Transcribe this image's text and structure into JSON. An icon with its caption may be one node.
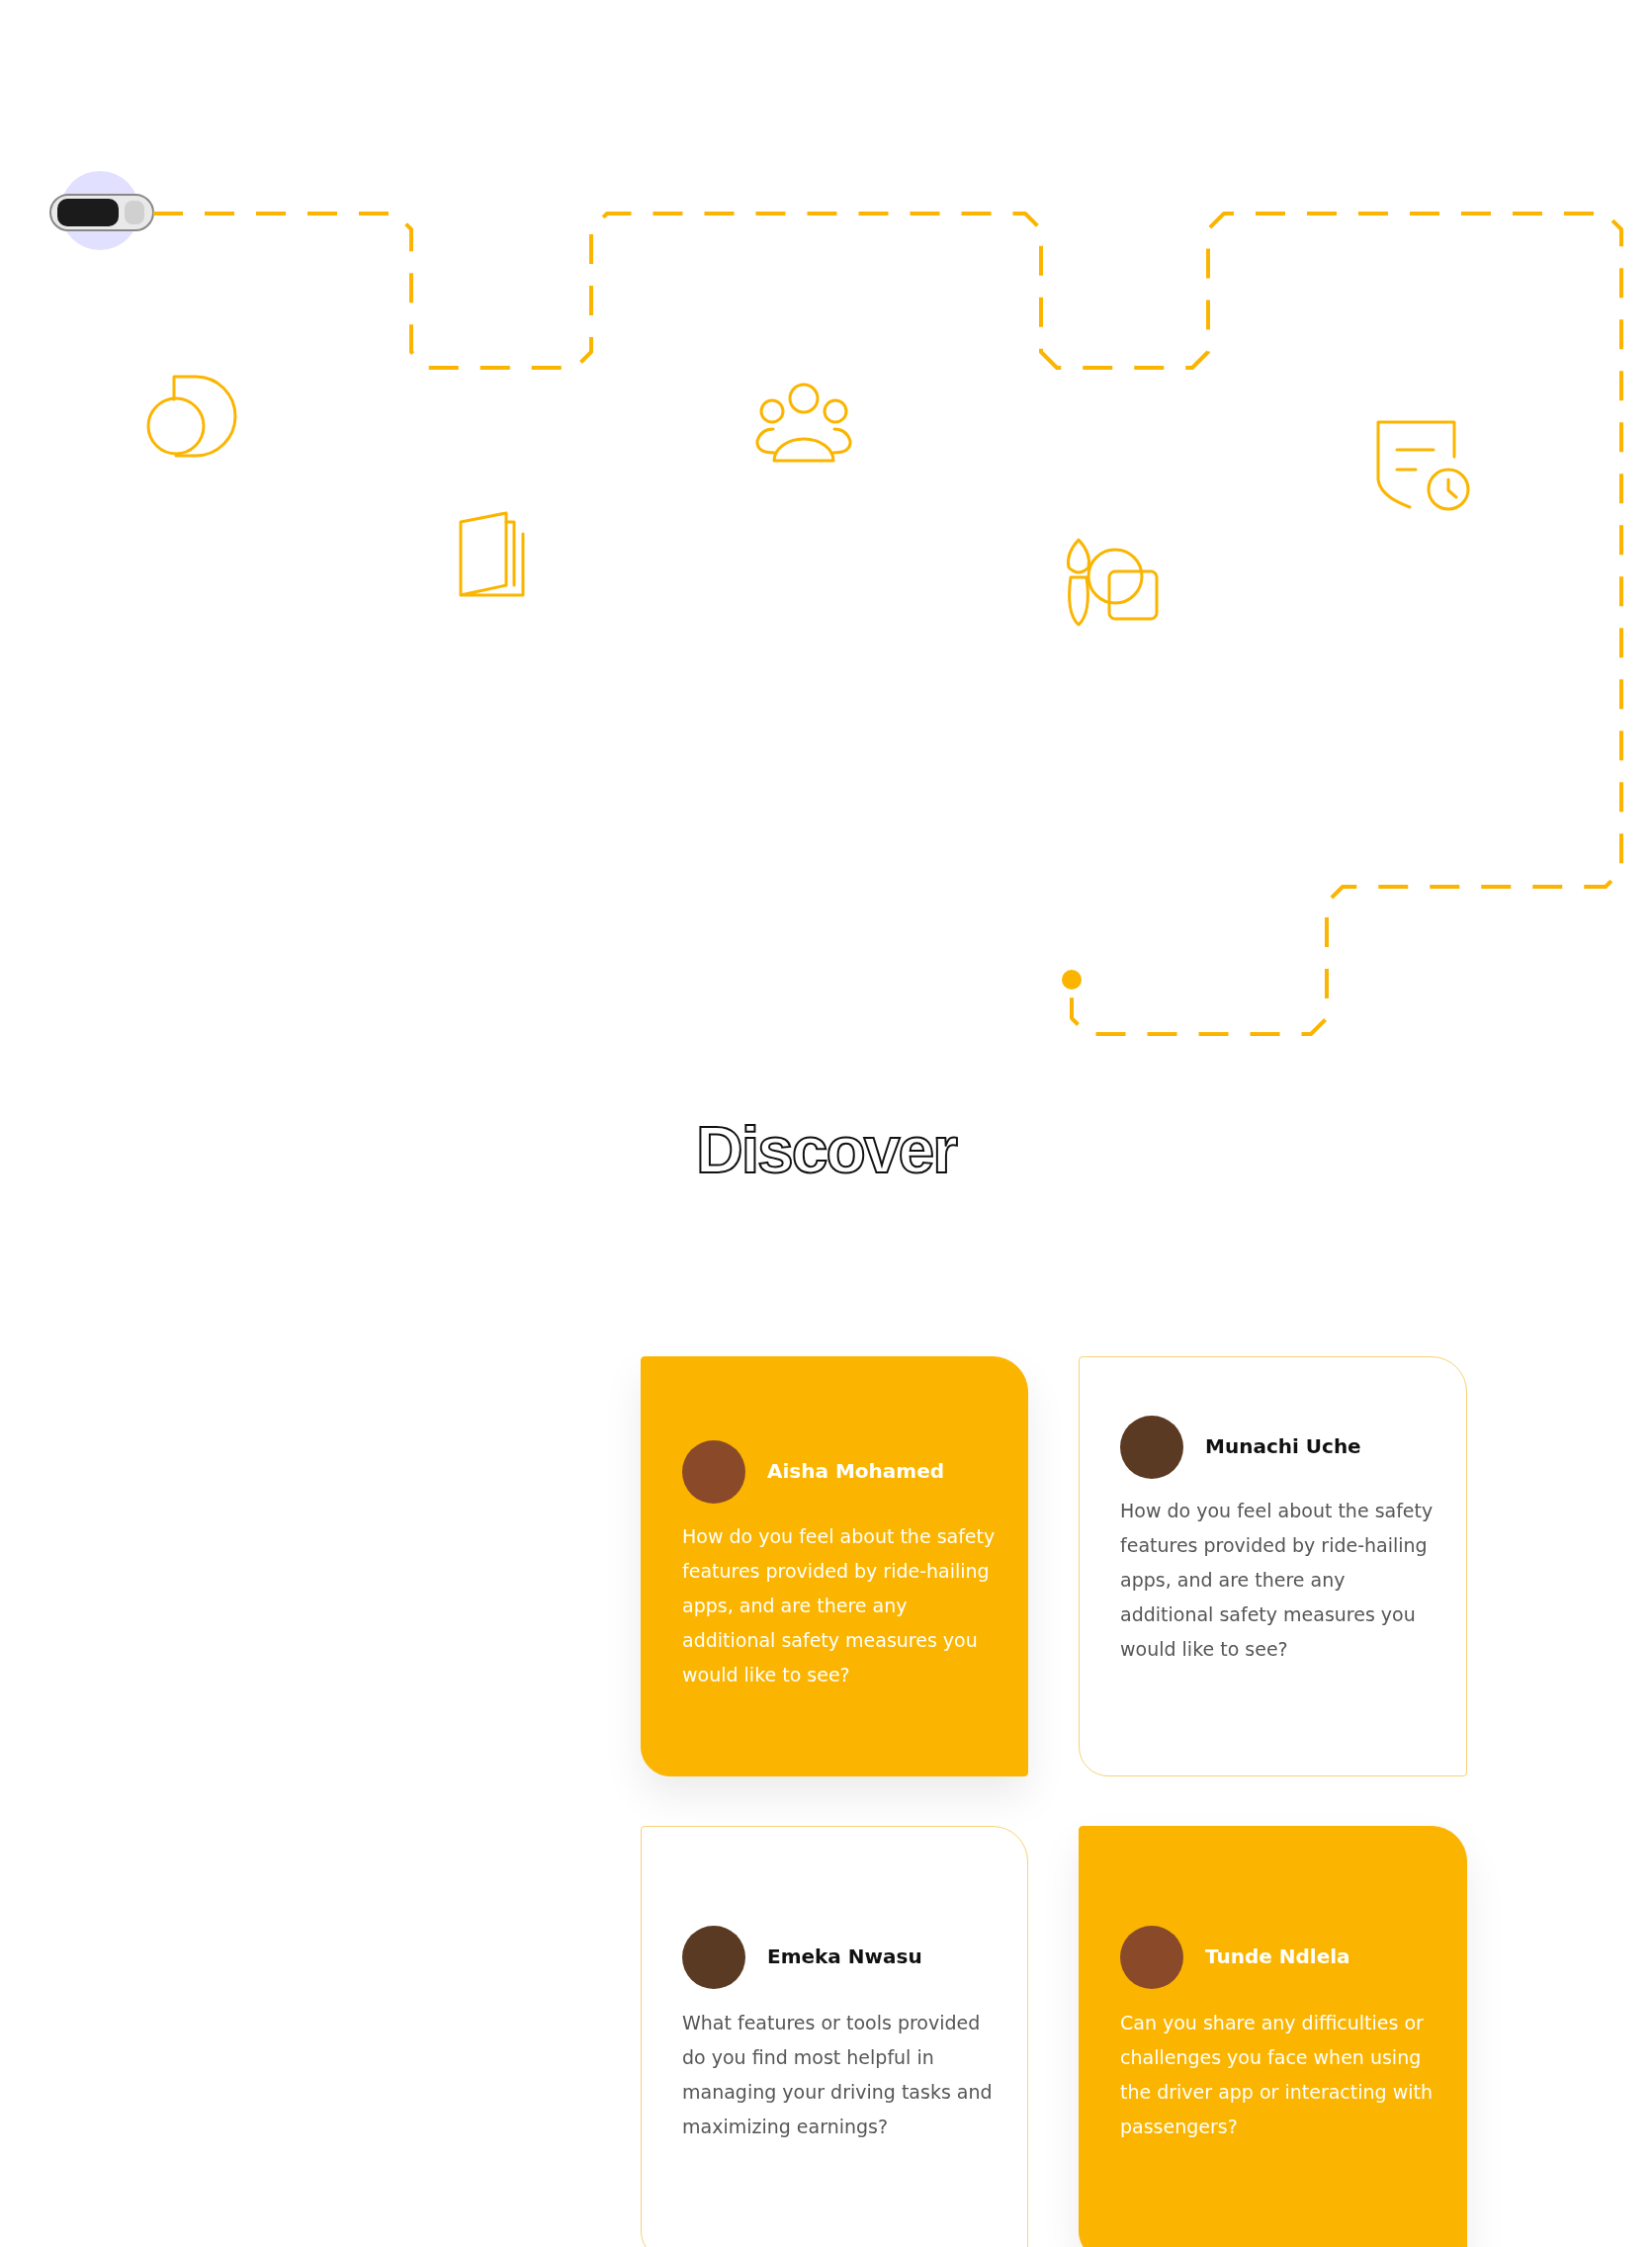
{
  "diagram": {
    "title": "Discover",
    "nodes": [
      {
        "text": [],
        "shape": "picture"
      },
      {
        "text": [],
        "shape": "circle"
      },
      {
        "text": [
          "Aisha Mohamed",
          "How do you feel about the safety features provided by ride-hailing apps, and are there any additional safety measures you would like to see?"
        ]
      },
      {
        "text": [
          "Munachi Uche",
          "How do you feel about the safety features provided by ride-hailing apps, and are there any additional safety measures you would like to see?"
        ]
      },
      {
        "text": [
          "Emeka Nwasu",
          "What features or tools provided do you find most helpful in managing your driving tasks and maximizing earnings?"
        ]
      },
      {
        "text": [
          "Tunde Ndlela",
          "Can you share any difficulties or challenges you face when using the driver app or interacting with passengers?"
        ]
      }
    ],
    "edges": [
      {
        "from": 0,
        "to": 1,
        "arrow": "none",
        "style": "dashed"
      }
    ]
  }
}
